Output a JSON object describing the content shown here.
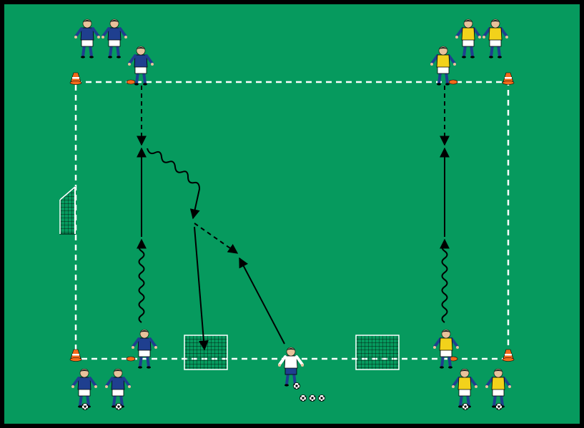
{
  "diagram": {
    "pitch_color": "#069a5e",
    "border_color": "#000000",
    "boundary_color": "#ffffff",
    "team_a": {
      "shirt": "#1f3f8f",
      "shorts": "#ffffff",
      "socks": "#1f3f8f",
      "bib": "none"
    },
    "team_b": {
      "shirt": "#1f3f8f",
      "bib": "#f2d21b",
      "shorts": "#ffffff",
      "socks": "#1f3f8f"
    },
    "coach": {
      "shirt": "#ffffff",
      "shorts": "#1f3f8f",
      "socks": "#1f3f8f"
    },
    "cone_color": "#f26a1b",
    "marker_color": "#f26a1b",
    "ball_icon": "soccer-ball-icon",
    "goal_icon": "mini-goal-icon",
    "line_legend": {
      "solid": "pass",
      "dashed": "player movement",
      "wavy": "dribble"
    }
  }
}
